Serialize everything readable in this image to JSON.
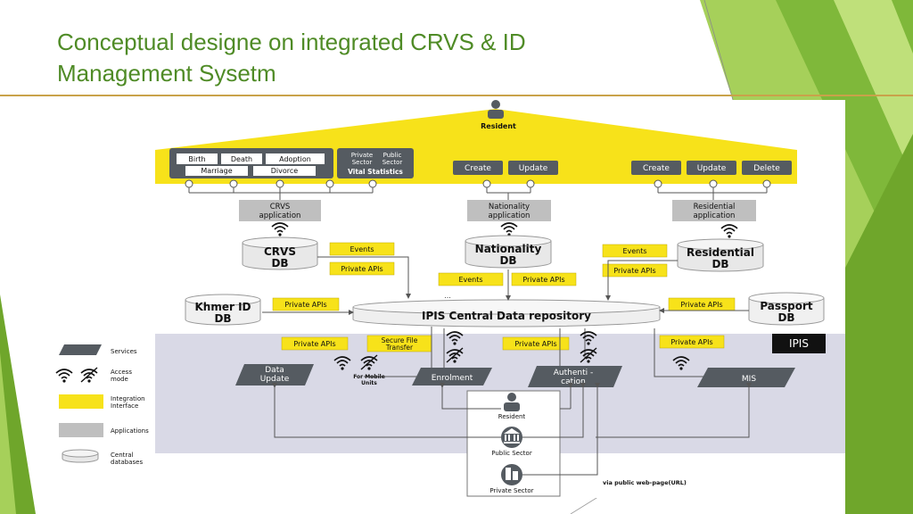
{
  "slide": {
    "title_line1": "Conceptual designe on integrated CRVS & ID",
    "title_line2": "Management Sysetm"
  },
  "colors": {
    "title_green": "#4f8b26",
    "rule_gold": "#c9a24a",
    "integration_yellow": "#f7e21a",
    "service_dark": "#555b61",
    "application_gray": "#bfbfbf",
    "ipis_band": "#d9d9e6",
    "deco_green_light": "#a6d05a",
    "deco_green_dark": "#6fa62b"
  },
  "diagram": {
    "resident_top": "Resident",
    "vital_events": [
      "Birth",
      "Death",
      "Adoption",
      "Marriage",
      "Divorce"
    ],
    "private_line1": "Private",
    "private_line2": "Sector",
    "public_line1": "Public",
    "public_line2": "Sector",
    "vital_statistics": "Vital Statistics",
    "nationality_actions": [
      "Create",
      "Update"
    ],
    "residential_actions": [
      "Create",
      "Update",
      "Delete"
    ],
    "crvs_app_line1": "CRVS",
    "crvs_app_line2": "application",
    "nationality_app_line1": "Nationality",
    "nationality_app_line2": "application",
    "residential_app_line1": "Residential",
    "residential_app_line2": "application",
    "crvs_db_line1": "CRVS",
    "crvs_db_line2": "DB",
    "nationality_db_line1": "Nationality",
    "nationality_db_line2": "DB",
    "residential_db_line1": "Residential",
    "residential_db_line2": "DB",
    "khmer_db_line1": "Khmer ID",
    "khmer_db_line2": "DB",
    "passport_db_line1": "Passport",
    "passport_db_line2": "DB",
    "events": "Events",
    "private_apis": "Private APIs",
    "dots": "...",
    "central_repo": "IPIS Central Data repository",
    "ipis": "IPIS",
    "secure_ft_line1": "Secure File",
    "secure_ft_line2": "Transfer",
    "data_update_line1": "Data",
    "data_update_line2": "Update",
    "enrolment": "Enrolment",
    "authentication_line1": "Authenti -",
    "authentication_line2": "cation",
    "mis": "MIS",
    "mobile_line1": "For Mobile",
    "mobile_line2": "Units",
    "bottom_resident": "Resident",
    "bottom_public": "Public Sector",
    "bottom_private": "Private Sector",
    "via_web": "via public web-page(URL)",
    "legend_services": "Services",
    "legend_access_line1": "Access",
    "legend_access_line2": "mode",
    "legend_integration_line1": "Integration",
    "legend_integration_line2": "Interface",
    "legend_applications": "Applications",
    "legend_db_line1": "Central",
    "legend_db_line2": "databases"
  }
}
